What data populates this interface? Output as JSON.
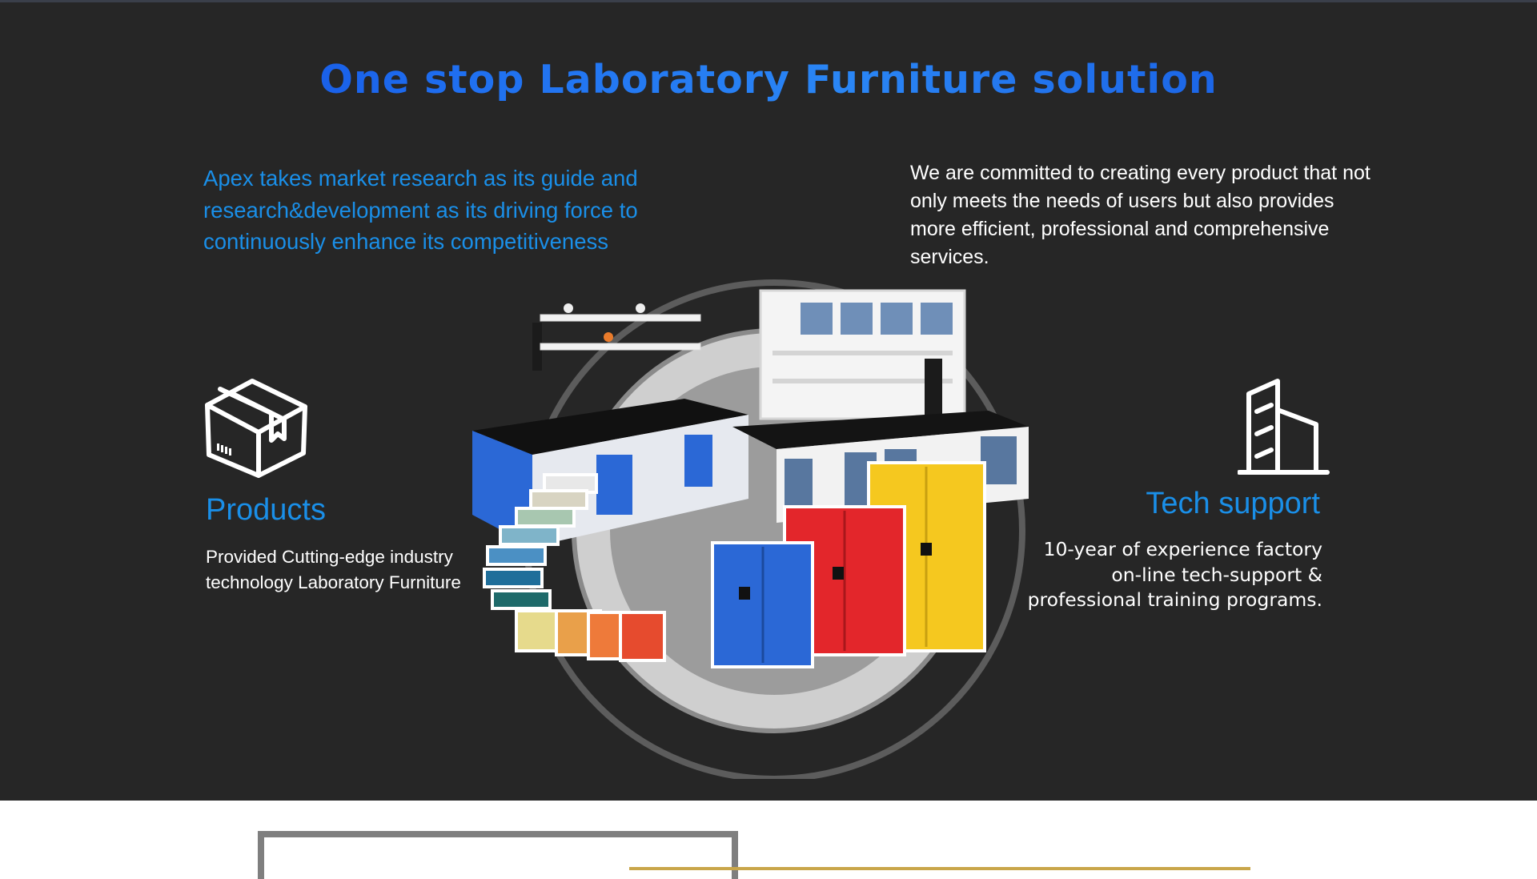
{
  "hero": {
    "headline": "One stop Laboratory Furniture solution",
    "intro_left": "Apex takes market research as its guide and research&development as its driving force to continuously enhance its competitiveness",
    "intro_right": "We are committed to creating every product that not only meets the needs of users but also provides more efficient, professional and comprehensive services."
  },
  "products": {
    "icon": "package-box-icon",
    "title": "Products",
    "description": "Provided Cutting-edge industry technology Laboratory Furniture"
  },
  "tech_support": {
    "icon": "building-icon",
    "title": "Tech support",
    "lines": [
      "10-year of experience factory",
      "on-line tech-support &",
      "professional training programs."
    ]
  },
  "colors": {
    "background": "#262626",
    "accent_blue": "#1a8fe8",
    "headline_blue": "#1f6ff0",
    "white": "#ffffff",
    "cabinet_blue": "#2b68d6",
    "cabinet_red": "#e3262b",
    "cabinet_yellow": "#f5c81f",
    "bottom_gold": "#c9a64a"
  }
}
